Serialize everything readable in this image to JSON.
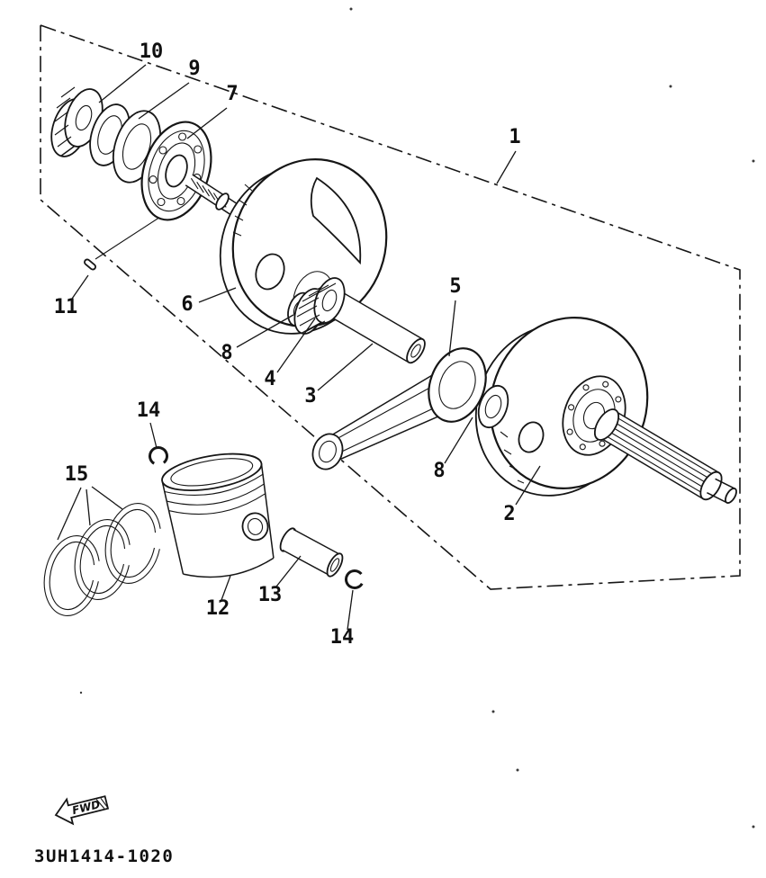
{
  "diagram": {
    "part_number": "3UH1414-1020",
    "fwd_label": "FWD",
    "colors": {
      "ink": "#161616",
      "paper": "#ffffff"
    },
    "callouts": {
      "n1": "1",
      "n2": "2",
      "n3": "3",
      "n4": "4",
      "n5": "5",
      "n6": "6",
      "n7": "7",
      "n8a": "8",
      "n8b": "8",
      "n9": "9",
      "n10": "10",
      "n11": "11",
      "n12": "12",
      "n13": "13",
      "n14a": "14",
      "n14b": "14",
      "n15": "15"
    }
  }
}
